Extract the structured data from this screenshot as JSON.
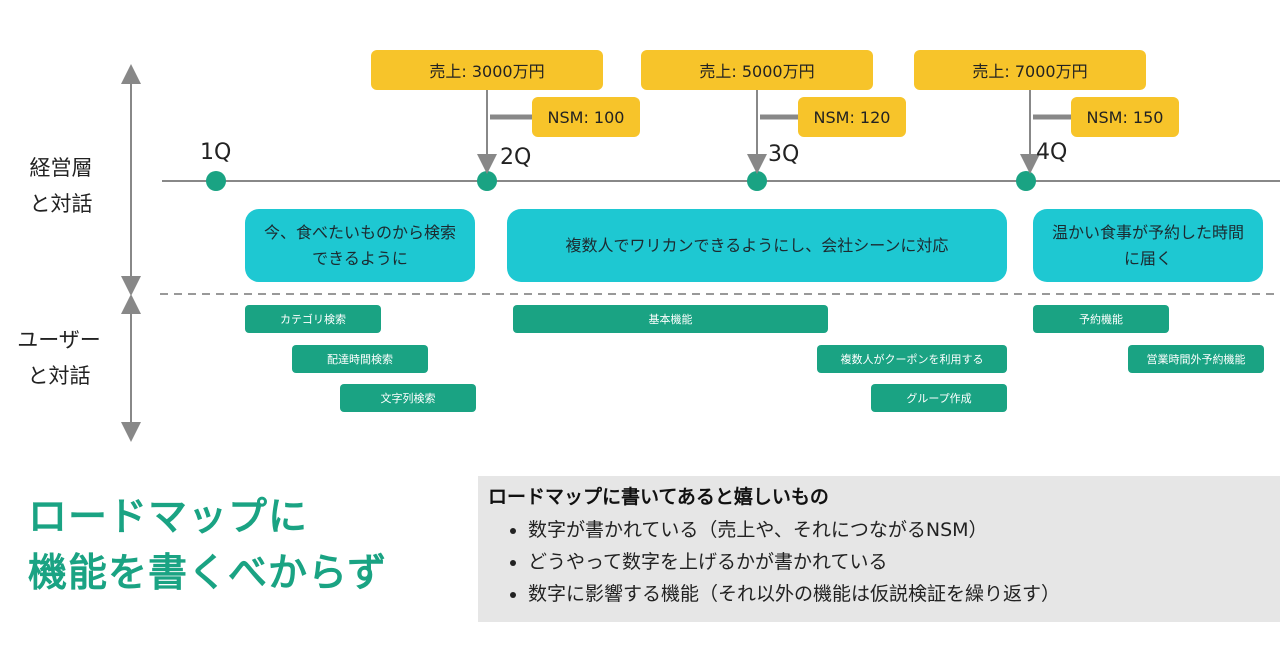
{
  "sections": {
    "top_line1": "経営層",
    "top_line2": "と対話",
    "bottom_line1": "ユーザー",
    "bottom_line2": "と対話"
  },
  "quarters": [
    "1Q",
    "2Q",
    "3Q",
    "4Q"
  ],
  "sales": [
    "売上: 3000万円",
    "売上: 5000万円",
    "売上: 7000万円"
  ],
  "nsm": [
    "NSM: 100",
    "NSM: 120",
    "NSM: 150"
  ],
  "goals": {
    "g1_line1": "今、食べたいものから検索",
    "g1_line2": "できるように",
    "g2": "複数人でワリカンできるようにし、会社シーンに対応",
    "g3_line1": "温かい食事が予約した時間",
    "g3_line2": "に届く"
  },
  "features": [
    "カテゴリ検索",
    "配達時間検索",
    "文字列検索",
    "基本機能",
    "複数人がクーポンを利用する",
    "グループ作成",
    "予約機能",
    "営業時間外予約機能"
  ],
  "headline": {
    "line1": "ロードマップに",
    "line2": "機能を書くべからず"
  },
  "note": {
    "title": "ロードマップに書いてあると嬉しいもの",
    "items": [
      "数字が書かれている（売上や、それにつながるNSM）",
      "どうやって数字を上げるかが書かれている",
      "数字に影響する機能（それ以外の機能は仮説検証を繰り返す）"
    ]
  },
  "colors": {
    "yellow": "#f7c42a",
    "cyan": "#1ec8d2",
    "green": "#1aa383",
    "gray": "#888888"
  }
}
